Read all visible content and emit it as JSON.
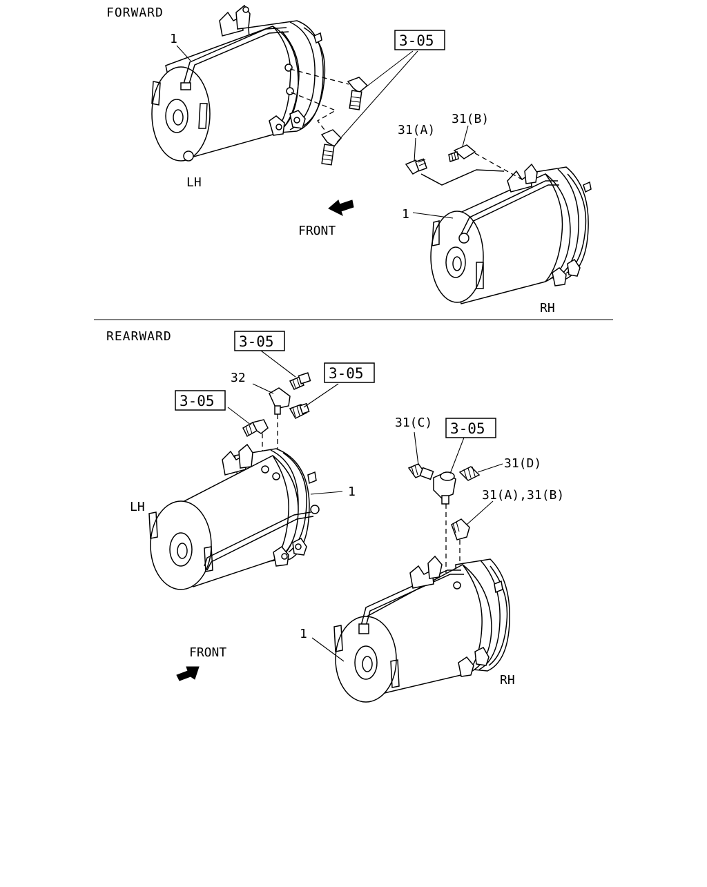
{
  "sections": {
    "forward": {
      "title": "FORWARD"
    },
    "rearward": {
      "title": "REARWARD"
    }
  },
  "forward": {
    "lh_label": "LH",
    "rh_label": "RH",
    "front_label": "FRONT",
    "callout_compressor_lh": "1",
    "callout_compressor_rh": "1",
    "ref_box": "3-05",
    "callout_31a": "31(A)",
    "callout_31b": "31(B)"
  },
  "rearward": {
    "lh_label": "LH",
    "rh_label": "RH",
    "front_label": "FRONT",
    "callout_compressor_lh": "1",
    "callout_compressor_rh": "1",
    "callout_32": "32",
    "ref_box_top": "3-05",
    "ref_box_right": "3-05",
    "ref_box_left": "3-05",
    "ref_box_tee": "3-05",
    "callout_31c": "31(C)",
    "callout_31d": "31(D)",
    "callout_31ab": "31(A),31(B)"
  }
}
